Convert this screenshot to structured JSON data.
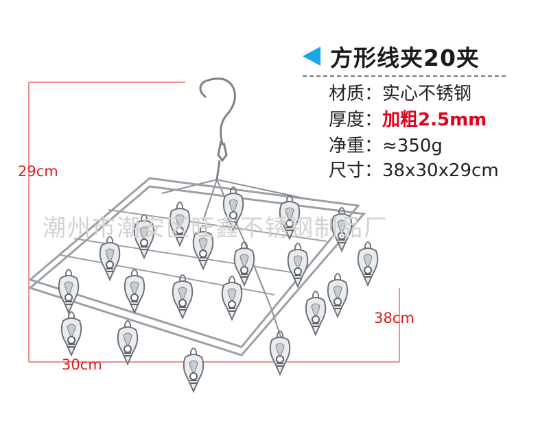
{
  "title": {
    "text": "方形线夹20夹",
    "arrow_color": "#1aa7e6"
  },
  "specs": [
    {
      "label": "材质：",
      "value": "实心不锈钢",
      "highlight": false
    },
    {
      "label": "厚度：",
      "value": "加粗2.5mm",
      "highlight": true
    },
    {
      "label": "净重：",
      "value": "≈350g",
      "highlight": false
    },
    {
      "label": "尺寸：",
      "value": "38x30x29cm",
      "highlight": false
    }
  ],
  "watermark": "潮州市潮安区旺鑫不锈钢制品厂",
  "dimensions": {
    "height": "29cm",
    "width": "30cm",
    "depth": "38cm",
    "line_color": "#e01b1b"
  },
  "colors": {
    "highlight": "#e3001b",
    "metal": "#8a8f95"
  }
}
